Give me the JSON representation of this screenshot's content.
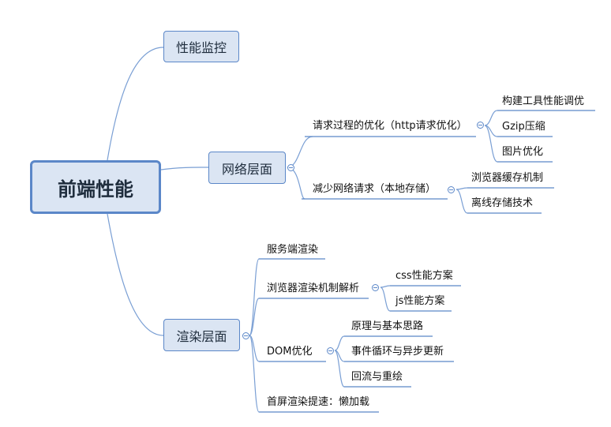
{
  "root": {
    "label": "前端性能"
  },
  "branches": {
    "monitor": {
      "label": "性能监控"
    },
    "network": {
      "label": "网络层面",
      "request_process": {
        "label": "请求过程的优化（http请求优化）",
        "children": [
          "构建工具性能调优",
          "Gzip压缩",
          "图片优化"
        ]
      },
      "reduce_requests": {
        "label": "减少网络请求（本地存储）",
        "children": [
          "浏览器缓存机制",
          "离线存储技术"
        ]
      }
    },
    "render": {
      "label": "渲染层面",
      "ssr": {
        "label": "服务端渲染"
      },
      "browser_render": {
        "label": "浏览器渲染机制解析",
        "children": [
          "css性能方案",
          "js性能方案"
        ]
      },
      "dom": {
        "label": "DOM优化",
        "children": [
          "原理与基本思路",
          "事件循环与异步更新",
          "回流与重绘"
        ]
      },
      "lazy": {
        "label": "首屏渲染提速：懒加载"
      }
    }
  },
  "colors": {
    "line": "#7a9fd4",
    "underline": "#5b87c8",
    "box_fill": "#dbe5f3",
    "box_border": "#5b87c8"
  }
}
